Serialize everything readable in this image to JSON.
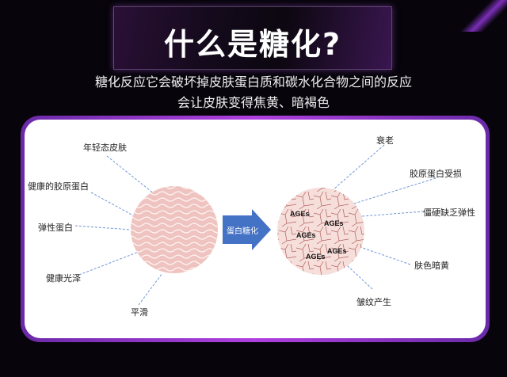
{
  "header": {
    "title": "什么是糖化?",
    "subtitle_line1": "糖化反应它会破坏掉皮肤蛋白质和碳水化合物之间的反应",
    "subtitle_line2": "会让皮肤变得焦黄、暗褐色"
  },
  "diagram": {
    "healthy_labels": [
      "年轻态皮肤",
      "健康的胶原蛋白",
      "弹性蛋白",
      "健康光泽",
      "平滑"
    ],
    "arrow_label": "蛋白糖化",
    "glycated_labels": [
      "衰老",
      "胶原蛋白受损",
      "僵硬缺乏弹性",
      "肤色暗黄",
      "皱纹产生"
    ],
    "ages_label": "AGEs",
    "colors": {
      "arrow": "#4472c4",
      "line": "#6f95d8",
      "skin": "#f2c9c6",
      "frame": "#a23fd6"
    }
  }
}
